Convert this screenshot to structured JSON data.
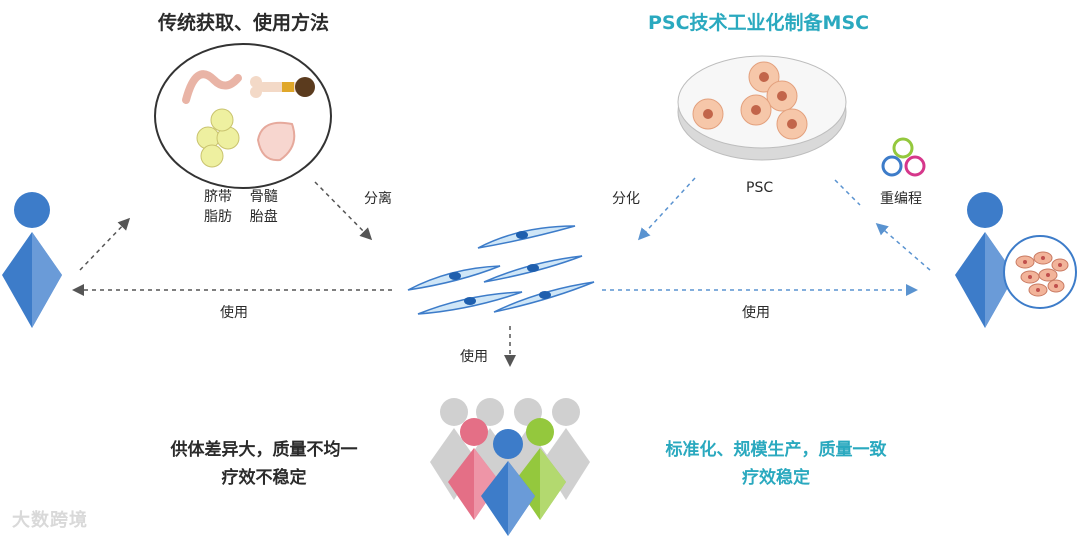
{
  "diagram": {
    "title_left": "传统获取、使用方法",
    "title_right": "PSC技术工业化制备MSC",
    "sources": {
      "row1": "脐带    骨髓",
      "row2": "脂肪    胎盘"
    },
    "psc_label": "PSC",
    "reprogram_label": "重编程",
    "edges": {
      "separate": "分离",
      "differentiate": "分化",
      "use_left": "使用",
      "use_right": "使用",
      "use_down": "使用"
    },
    "note_left": [
      "供体差异大，质量不均一",
      "疗效不稳定"
    ],
    "note_right": [
      "标准化、规模生产，质量一致",
      "疗效稳定"
    ],
    "watermark": "大数跨境",
    "colors": {
      "accent": "#2aa9bf",
      "person_blue": "#3d7cc9",
      "arrow_gray": "#555555",
      "arrow_blue": "#5a93d0",
      "pink": "#e46f86",
      "green": "#94c83d"
    }
  }
}
